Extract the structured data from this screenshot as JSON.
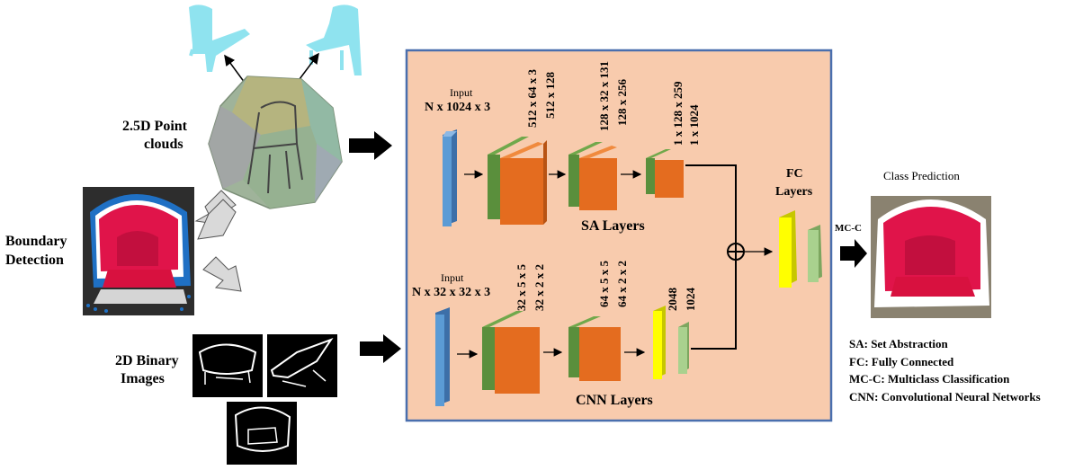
{
  "left": {
    "point_clouds_label_line1": "2.5D Point",
    "point_clouds_label_line2": "clouds",
    "boundary_label_line1": "Boundary",
    "boundary_label_line2": "Detection",
    "binary_label_line1": "2D Binary",
    "binary_label_line2": "Images"
  },
  "sa_branch": {
    "input_label": "Input",
    "input_shape": "N x 1024 x 3",
    "dims": [
      "512 x 64 x 3",
      "512 x 128",
      "128 x 32 x 131",
      "128 x 256",
      "1 x 128 x 259",
      "1 x 1024"
    ],
    "title": "SA Layers"
  },
  "cnn_branch": {
    "input_label": "Input",
    "input_shape": "N x 32 x 32 x 3",
    "dims": [
      "32 x 5 x 5",
      "32 x 2 x 2",
      "64 x 5 x 5",
      "64 x 2 x 2",
      "2048",
      "1024"
    ],
    "title": "CNN Layers"
  },
  "fc": {
    "title_line1": "FC",
    "title_line2": "Layers",
    "output_label": "MC-C"
  },
  "prediction": {
    "title": "Class Prediction"
  },
  "legend": [
    "SA: Set Abstraction",
    "FC: Fully Connected",
    "MC-C: Multiclass Classification",
    "CNN: Convolutional Neural Networks"
  ],
  "colors": {
    "panel_bg": "#f8cbad",
    "panel_border": "#4a6fae",
    "input_bar": "#5b9bd5",
    "conv_green": "#5a8f3c",
    "conv_orange": "#e46c1f",
    "fc_yellow": "#ffff00",
    "fc_green": "#a9d18e",
    "chair_cyan": "#8fe3ef",
    "chair_red": "#e0144a"
  }
}
